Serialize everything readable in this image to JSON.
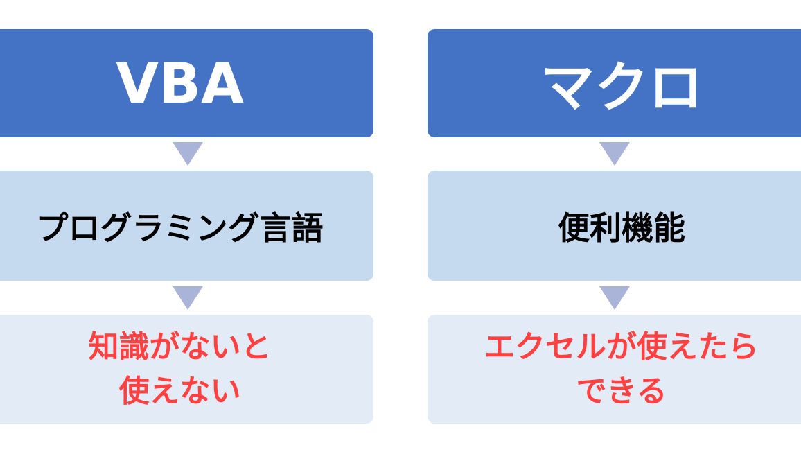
{
  "left_column": {
    "header": "VBA",
    "middle": "プログラミング言語",
    "bottom_line1": "知識がないと",
    "bottom_line2": "使えない"
  },
  "right_column": {
    "header": "マクロ",
    "middle": "便利機能",
    "bottom_line1": "エクセルが使えたら",
    "bottom_line2": "できる"
  },
  "colors": {
    "header_bg": "#4472c4",
    "middle_bg": "#c5d9ef",
    "bottom_bg": "#e2ebf6",
    "arrow": "#aab4d8",
    "emphasis_text": "#ff4040"
  },
  "icons": [
    "down-arrow-icon"
  ]
}
